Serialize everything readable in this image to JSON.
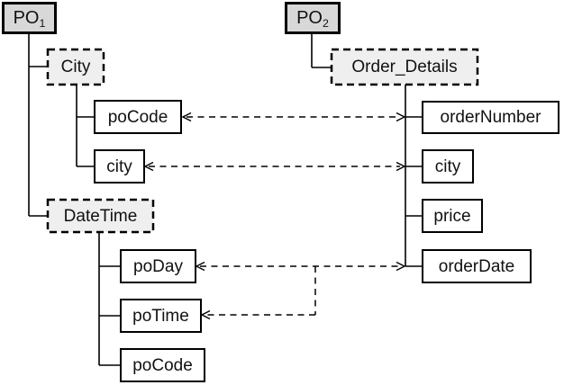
{
  "diagram": {
    "description": "Schema matching diagram between two purchase-order schema trees connected by dashed correspondence arrows",
    "left_tree": {
      "root": {
        "label": "PO",
        "sub": "1"
      },
      "children": [
        {
          "label": "City",
          "children": [
            {
              "label": "poCode"
            },
            {
              "label": "city"
            }
          ]
        },
        {
          "label": "DateTime",
          "children": [
            {
              "label": "poDay"
            },
            {
              "label": "poTime"
            },
            {
              "label": "poCode"
            }
          ]
        }
      ]
    },
    "right_tree": {
      "root": {
        "label": "PO",
        "sub": "2"
      },
      "children": [
        {
          "label": "Order_Details",
          "children": [
            {
              "label": "orderNumber"
            },
            {
              "label": "city"
            },
            {
              "label": "price"
            },
            {
              "label": "orderDate"
            }
          ]
        }
      ]
    },
    "mappings": [
      {
        "from": "PO1.City.poCode",
        "to": "PO2.Order_Details.orderNumber",
        "style": "dashed",
        "arrowheads": "both"
      },
      {
        "from": "PO1.City.city",
        "to": "PO2.Order_Details.city",
        "style": "dashed",
        "arrowheads": "both"
      },
      {
        "from": "PO1.DateTime.poDay",
        "to": "PO2.Order_Details.orderDate",
        "style": "dashed",
        "arrowheads": "both"
      },
      {
        "from": "PO2.Order_Details.orderDate",
        "to": "PO1.DateTime.poTime",
        "style": "dashed-branch",
        "arrowheads": "target-only"
      }
    ],
    "colors": {
      "root_fill": "#d8d8d8",
      "category_fill": "#efefef",
      "leaf_fill": "#ffffff",
      "line": "#000000",
      "background": "#ffffff"
    }
  }
}
